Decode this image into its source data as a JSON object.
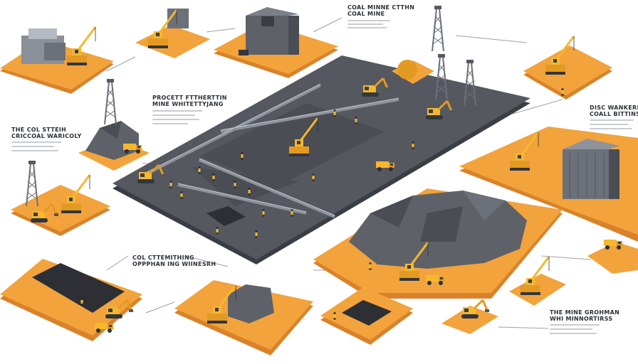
{
  "labels": {
    "top_title": "COAL MINNE CTTHN",
    "top_sub": "COAL MINE",
    "left_title_1": "PROCETT FTTHERTTIN",
    "left_title_2": "MINE WHITETTYJANG",
    "far_left_1": "THE COL STTEIH",
    "far_left_2": "CRICCOAL WARICOLY",
    "right_title_1": "DISC WANKERING COMAL",
    "right_title_2": "COALL BITTINS",
    "mid_title_1": "COL CTTEMITHING",
    "mid_title_2": "OPPPHAN ING WIINESRH",
    "bottom_right_1": "THE MINE GROHMAN",
    "bottom_right_2": "WHI MINNORTIRSS"
  },
  "colors": {
    "orange": "#f2a33c",
    "orange_dark": "#d9822b",
    "machine_yellow": "#f5b82e",
    "dark_ground": "#4a4d54",
    "coal": "#5f6168",
    "steel": "#7a7f88"
  },
  "icons": [
    "crane-icon",
    "excavator-icon",
    "dump-truck-icon",
    "bulldozer-icon",
    "drill-tower-icon",
    "warehouse-icon",
    "worker-icon",
    "coal-pile-icon"
  ]
}
